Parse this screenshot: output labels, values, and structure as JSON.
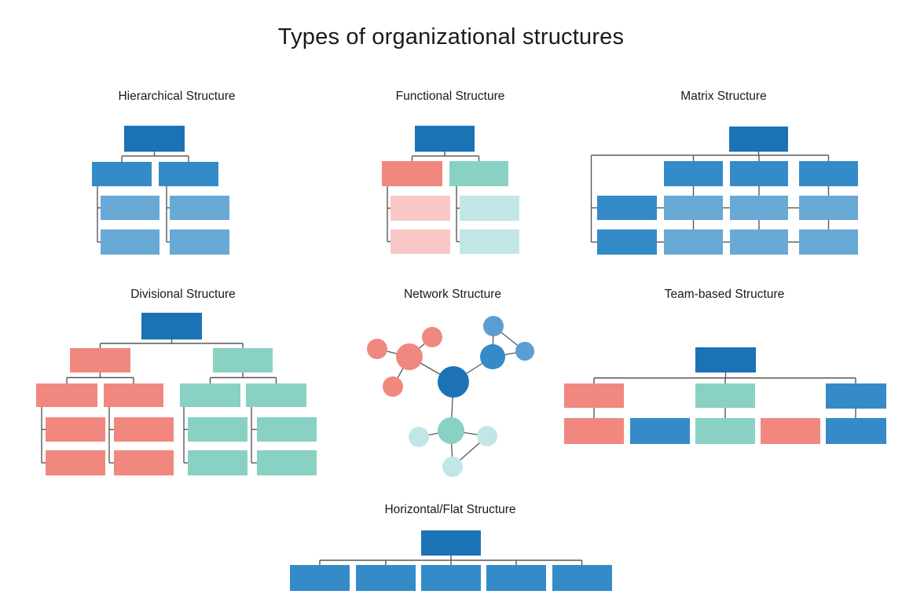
{
  "title": "Types of organizational structures",
  "palette": {
    "dark_blue": "#1b73b6",
    "medium_blue": "#348bc7",
    "light_blue": "#68a9d5",
    "network_blue_light": "#5b9ed3",
    "salmon": "#f1887f",
    "light_pink": "#f9c8c6",
    "teal": "#89d1c2",
    "light_cyan": "#c2e6e6",
    "connector": "#58585a",
    "text": "#1a1a1a"
  },
  "panels": [
    {
      "id": "hierarchical",
      "label": "Hierarchical Structure",
      "type": "orgchart",
      "boxes": [
        [
          158,
          160,
          77,
          33,
          "dark_blue"
        ],
        [
          117,
          206,
          76,
          31,
          "medium_blue"
        ],
        [
          202,
          206,
          76,
          31,
          "medium_blue"
        ],
        [
          128,
          249,
          75,
          31,
          "light_blue"
        ],
        [
          128,
          292,
          75,
          32,
          "light_blue"
        ],
        [
          216,
          249,
          76,
          31,
          "light_blue"
        ],
        [
          216,
          292,
          76,
          32,
          "light_blue"
        ]
      ],
      "lines": [
        [
          196.5,
          193,
          196.5,
          198.5
        ],
        [
          155,
          198.5,
          240,
          198.5
        ],
        [
          155,
          198.5,
          155,
          206
        ],
        [
          240,
          198.5,
          240,
          206
        ],
        [
          124,
          237,
          124,
          308
        ],
        [
          124,
          264.5,
          128,
          264.5
        ],
        [
          124,
          308,
          128,
          308
        ],
        [
          212,
          237,
          212,
          308
        ],
        [
          212,
          264.5,
          216,
          264.5
        ],
        [
          212,
          308,
          216,
          308
        ]
      ]
    },
    {
      "id": "functional",
      "label": "Functional Structure",
      "type": "orgchart",
      "boxes": [
        [
          528,
          160,
          76,
          33,
          "dark_blue"
        ],
        [
          486,
          205,
          77,
          32,
          "salmon"
        ],
        [
          572,
          205,
          75,
          32,
          "teal"
        ],
        [
          497,
          249,
          76,
          32,
          "light_pink"
        ],
        [
          497,
          292,
          76,
          31,
          "light_pink"
        ],
        [
          585,
          249,
          76,
          32,
          "light_cyan"
        ],
        [
          585,
          292,
          76,
          31,
          "light_cyan"
        ]
      ],
      "lines": [
        [
          566,
          193,
          566,
          198.5
        ],
        [
          524.5,
          198.5,
          609.5,
          198.5
        ],
        [
          524.5,
          198.5,
          524.5,
          205
        ],
        [
          609.5,
          198.5,
          609.5,
          205
        ],
        [
          493,
          237,
          493,
          307.5
        ],
        [
          493,
          265,
          497,
          265
        ],
        [
          493,
          307.5,
          497,
          307.5
        ],
        [
          581,
          237,
          581,
          307.5
        ],
        [
          581,
          265,
          585,
          265
        ],
        [
          581,
          307.5,
          585,
          307.5
        ]
      ]
    },
    {
      "id": "matrix",
      "label": "Matrix Structure",
      "type": "orgchart",
      "boxes": [
        [
          928,
          161,
          75,
          32,
          "dark_blue"
        ],
        [
          845,
          205,
          75,
          32,
          "medium_blue"
        ],
        [
          929,
          205,
          74,
          32,
          "medium_blue"
        ],
        [
          1017,
          205,
          75,
          32,
          "medium_blue"
        ],
        [
          760,
          249,
          76,
          31,
          "medium_blue"
        ],
        [
          845,
          249,
          75,
          31,
          "light_blue"
        ],
        [
          929,
          249,
          74,
          31,
          "light_blue"
        ],
        [
          1017,
          249,
          75,
          31,
          "light_blue"
        ],
        [
          760,
          292,
          76,
          32,
          "medium_blue"
        ],
        [
          845,
          292,
          75,
          32,
          "light_blue"
        ],
        [
          929,
          292,
          74,
          32,
          "light_blue"
        ],
        [
          1017,
          292,
          75,
          32,
          "light_blue"
        ]
      ],
      "lines": [
        [
          965.5,
          193,
          965.5,
          197.5
        ],
        [
          752.5,
          197.5,
          1054.5,
          197.5
        ],
        [
          882.5,
          197.5,
          882.5,
          205
        ],
        [
          966,
          197.5,
          966,
          205
        ],
        [
          1054.5,
          197.5,
          1054.5,
          205
        ],
        [
          752.5,
          197.5,
          752.5,
          308
        ],
        [
          752.5,
          264.5,
          760,
          264.5
        ],
        [
          752.5,
          308,
          760,
          308
        ],
        [
          882.5,
          237,
          882.5,
          249
        ],
        [
          882.5,
          280,
          882.5,
          292
        ],
        [
          966,
          237,
          966,
          249
        ],
        [
          966,
          280,
          966,
          292
        ],
        [
          1054.5,
          237,
          1054.5,
          249
        ],
        [
          1054.5,
          280,
          1054.5,
          292
        ],
        [
          836,
          264.5,
          845,
          264.5
        ],
        [
          920,
          264.5,
          929,
          264.5
        ],
        [
          1003,
          264.5,
          1017,
          264.5
        ],
        [
          836,
          308,
          845,
          308
        ],
        [
          920,
          308,
          929,
          308
        ],
        [
          1003,
          308,
          1017,
          308
        ]
      ]
    },
    {
      "id": "divisional",
      "label": "Divisional Structure",
      "type": "orgchart",
      "boxes": [
        [
          180,
          398,
          77,
          34,
          "dark_blue"
        ],
        [
          89,
          443,
          77,
          31,
          "salmon"
        ],
        [
          271,
          443,
          76,
          31,
          "teal"
        ],
        [
          46,
          488,
          78,
          30,
          "salmon"
        ],
        [
          132,
          488,
          76,
          30,
          "salmon"
        ],
        [
          229,
          488,
          77,
          30,
          "teal"
        ],
        [
          313,
          488,
          77,
          30,
          "teal"
        ],
        [
          58,
          531,
          76,
          31,
          "salmon"
        ],
        [
          58,
          573,
          76,
          32,
          "salmon"
        ],
        [
          145,
          531,
          76,
          31,
          "salmon"
        ],
        [
          145,
          573,
          76,
          32,
          "salmon"
        ],
        [
          239,
          531,
          76,
          31,
          "teal"
        ],
        [
          239,
          573,
          76,
          32,
          "teal"
        ],
        [
          327,
          531,
          76,
          31,
          "teal"
        ],
        [
          327,
          573,
          76,
          32,
          "teal"
        ]
      ],
      "lines": [
        [
          218.5,
          432,
          218.5,
          437
        ],
        [
          127.5,
          437,
          309,
          437
        ],
        [
          127.5,
          437,
          127.5,
          443
        ],
        [
          309,
          437,
          309,
          443
        ],
        [
          127.5,
          474,
          127.5,
          480.5
        ],
        [
          85,
          480.5,
          170,
          480.5
        ],
        [
          85,
          480.5,
          85,
          488
        ],
        [
          170,
          480.5,
          170,
          488
        ],
        [
          309,
          474,
          309,
          480.5
        ],
        [
          267.5,
          480.5,
          351.5,
          480.5
        ],
        [
          267.5,
          480.5,
          267.5,
          488
        ],
        [
          351.5,
          480.5,
          351.5,
          488
        ],
        [
          53,
          518,
          53,
          589
        ],
        [
          53,
          546.5,
          58,
          546.5
        ],
        [
          53,
          589,
          58,
          589
        ],
        [
          139,
          518,
          139,
          589
        ],
        [
          139,
          546.5,
          145,
          546.5
        ],
        [
          139,
          589,
          145,
          589
        ],
        [
          234,
          518,
          234,
          589
        ],
        [
          234,
          546.5,
          239,
          546.5
        ],
        [
          234,
          589,
          239,
          589
        ],
        [
          320,
          518,
          320,
          589
        ],
        [
          320,
          546.5,
          327,
          546.5
        ],
        [
          320,
          589,
          327,
          589
        ]
      ]
    },
    {
      "id": "network",
      "label": "Network Structure",
      "type": "network",
      "nodes": [
        [
          577,
          486,
          20,
          "dark_blue"
        ],
        [
          521,
          454,
          17,
          "salmon"
        ],
        [
          480,
          444,
          13,
          "salmon"
        ],
        [
          550,
          429,
          13,
          "salmon"
        ],
        [
          500,
          492,
          13,
          "salmon"
        ],
        [
          627,
          454,
          16,
          "medium_blue"
        ],
        [
          628,
          415,
          13,
          "network_blue_light"
        ],
        [
          668,
          447,
          12,
          "network_blue_light"
        ],
        [
          574,
          548,
          17,
          "teal"
        ],
        [
          533,
          556,
          13,
          "light_cyan"
        ],
        [
          620,
          555,
          13,
          "light_cyan"
        ],
        [
          576,
          594,
          13,
          "light_cyan"
        ]
      ],
      "edges": [
        [
          0,
          1
        ],
        [
          0,
          5
        ],
        [
          0,
          8
        ],
        [
          1,
          2
        ],
        [
          1,
          3
        ],
        [
          1,
          4
        ],
        [
          5,
          6
        ],
        [
          5,
          7
        ],
        [
          6,
          7
        ],
        [
          8,
          9
        ],
        [
          8,
          10
        ],
        [
          8,
          11
        ],
        [
          11,
          10
        ]
      ]
    },
    {
      "id": "team-based",
      "label": "Team-based Structure",
      "type": "orgchart",
      "boxes": [
        [
          885,
          442,
          77,
          32,
          "dark_blue"
        ],
        [
          718,
          488,
          76,
          31,
          "salmon"
        ],
        [
          885,
          488,
          76,
          31,
          "teal"
        ],
        [
          1051,
          488,
          77,
          32,
          "medium_blue"
        ],
        [
          718,
          532,
          76,
          33,
          "salmon"
        ],
        [
          802,
          532,
          76,
          33,
          "medium_blue"
        ],
        [
          885,
          532,
          76,
          33,
          "teal"
        ],
        [
          968,
          532,
          76,
          33,
          "salmon"
        ],
        [
          1051,
          532,
          77,
          33,
          "medium_blue"
        ]
      ],
      "lines": [
        [
          923.5,
          474,
          923.5,
          481
        ],
        [
          756,
          481,
          1089,
          481
        ],
        [
          756,
          481,
          756,
          488
        ],
        [
          923,
          481,
          923,
          488
        ],
        [
          1089,
          481,
          1089,
          488
        ],
        [
          756,
          519,
          756,
          532
        ],
        [
          923,
          519,
          923,
          532
        ],
        [
          1089,
          520,
          1089,
          532
        ]
      ]
    },
    {
      "id": "horizontal-flat",
      "label": "Horizontal/Flat Structure",
      "type": "orgchart",
      "boxes": [
        [
          536,
          675,
          76,
          32,
          "dark_blue"
        ],
        [
          369,
          719,
          76,
          33,
          "medium_blue"
        ],
        [
          453,
          719,
          76,
          33,
          "medium_blue"
        ],
        [
          536,
          719,
          76,
          33,
          "medium_blue"
        ],
        [
          619,
          719,
          76,
          33,
          "medium_blue"
        ],
        [
          703,
          719,
          76,
          33,
          "medium_blue"
        ]
      ],
      "lines": [
        [
          574,
          707,
          574,
          713
        ],
        [
          407,
          713,
          740.5,
          713
        ],
        [
          407,
          713,
          407,
          719
        ],
        [
          491,
          713,
          491,
          719
        ],
        [
          574,
          713,
          574,
          719
        ],
        [
          657,
          713,
          657,
          719
        ],
        [
          740.5,
          713,
          740.5,
          719
        ]
      ]
    }
  ]
}
